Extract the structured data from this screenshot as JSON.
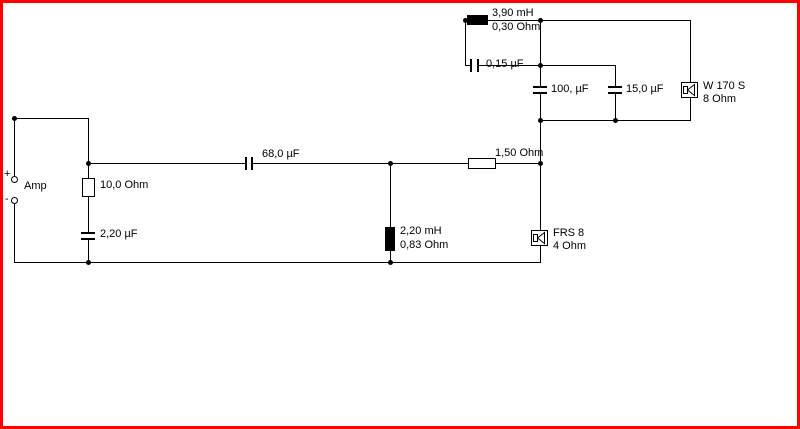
{
  "amp": {
    "label": "Amp",
    "plus": "+",
    "minus": "-"
  },
  "components": {
    "l_woofer": {
      "value": "3,90 mH",
      "dcr": "0,30 Ohm"
    },
    "c_bypass": {
      "value": "0,15 µF"
    },
    "c_shunt_a": {
      "value": "100, µF"
    },
    "c_shunt_b": {
      "value": "15,0 µF"
    },
    "spk_woofer": {
      "name": "W 170 S",
      "impedance": "8 Ohm"
    },
    "c_highpass": {
      "value": "68,0 µF"
    },
    "r_series": {
      "value": "1,50 Ohm"
    },
    "r_zobel": {
      "value": "10,0 Ohm"
    },
    "c_zobel": {
      "value": "2,20 µF"
    },
    "l_shunt": {
      "value": "2,20 mH",
      "dcr": "0,83 Ohm"
    },
    "spk_fullrange": {
      "name": "FRS 8",
      "impedance": "4 Ohm"
    }
  },
  "colors": {
    "border": "#ff0000",
    "wire": "#000000",
    "background": "#ffffff"
  }
}
